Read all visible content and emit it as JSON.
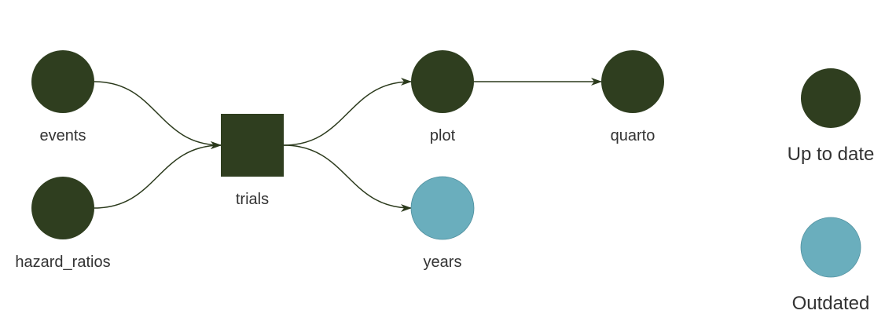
{
  "colors": {
    "up_to_date": "#2f3e1f",
    "outdated": "#6aaebd",
    "edge": "#2b3a1c",
    "text": "#333333",
    "background": "#ffffff"
  },
  "nodes": [
    {
      "id": "events",
      "label": "events",
      "shape": "circle",
      "status": "up_to_date"
    },
    {
      "id": "hazard_ratios",
      "label": "hazard_ratios",
      "shape": "circle",
      "status": "up_to_date"
    },
    {
      "id": "trials",
      "label": "trials",
      "shape": "square",
      "status": "up_to_date"
    },
    {
      "id": "plot",
      "label": "plot",
      "shape": "circle",
      "status": "up_to_date"
    },
    {
      "id": "years",
      "label": "years",
      "shape": "circle",
      "status": "outdated"
    },
    {
      "id": "quarto",
      "label": "quarto",
      "shape": "circle",
      "status": "up_to_date"
    }
  ],
  "edges": [
    {
      "from": "events",
      "to": "trials"
    },
    {
      "from": "hazard_ratios",
      "to": "trials"
    },
    {
      "from": "trials",
      "to": "plot"
    },
    {
      "from": "trials",
      "to": "years"
    },
    {
      "from": "plot",
      "to": "quarto"
    }
  ],
  "legend": [
    {
      "status": "up_to_date",
      "label": "Up to date"
    },
    {
      "status": "outdated",
      "label": "Outdated"
    }
  ]
}
